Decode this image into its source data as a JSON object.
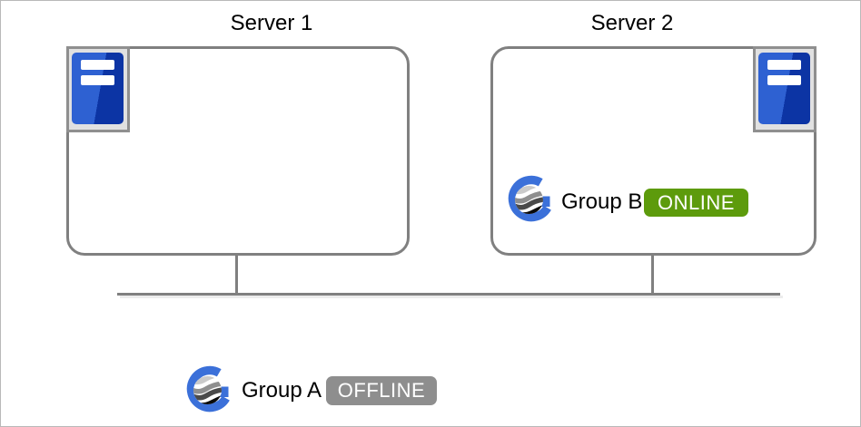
{
  "diagram_title": "cluster-topology",
  "servers": [
    {
      "label": "Server 1"
    },
    {
      "label": "Server 2"
    }
  ],
  "groups": [
    {
      "name": "Group A",
      "status": "OFFLINE",
      "location": "unassigned (below bus line)"
    },
    {
      "name": "Group B",
      "status": "ONLINE",
      "location": "Server 2"
    }
  ],
  "icons": {
    "server": "server-icon",
    "group": "cluster-group-icon"
  },
  "colors": {
    "status_online": "#5d9b0c",
    "status_offline": "#8e8e8e",
    "line_gray": "#808080",
    "icon_frame_bg": "#e1e1e1",
    "icon_frame_border": "#8f8f8f",
    "server_blue_light": "#2e61d2",
    "server_blue_dark": "#0c34a4",
    "logo_blue": "#3b70d9"
  }
}
